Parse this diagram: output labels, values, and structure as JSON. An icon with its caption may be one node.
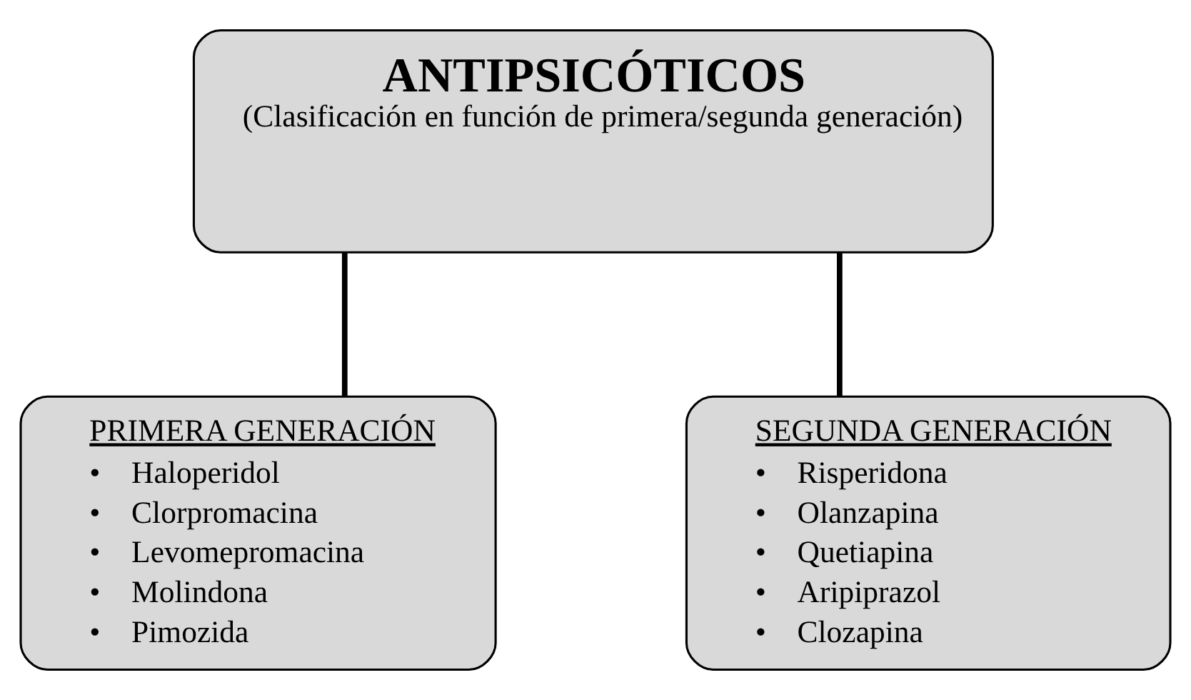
{
  "diagram": {
    "nodes": [
      {
        "text": [
          "ANTIPSICÓTICOS",
          "(Clasificación en función de primera/segunda generación)"
        ]
      },
      {
        "text": [
          "PRIMERA GENERACIÓN",
          "•    Haloperidol",
          "•    Clorpromacina",
          "•    Levomepromacina",
          "•    Molindona",
          "•    Pimozida"
        ]
      },
      {
        "text": [
          "SEGUNDA GENERACIÓN",
          "•    Risperidona",
          "•    Olanzapina",
          "•    Quetiapina",
          "•    Aripiprazol",
          "•    Clozapina"
        ]
      }
    ],
    "edges": [
      {
        "from": 0,
        "to": 1,
        "arrow": "none"
      },
      {
        "from": 0,
        "to": 2,
        "arrow": "none"
      }
    ]
  }
}
